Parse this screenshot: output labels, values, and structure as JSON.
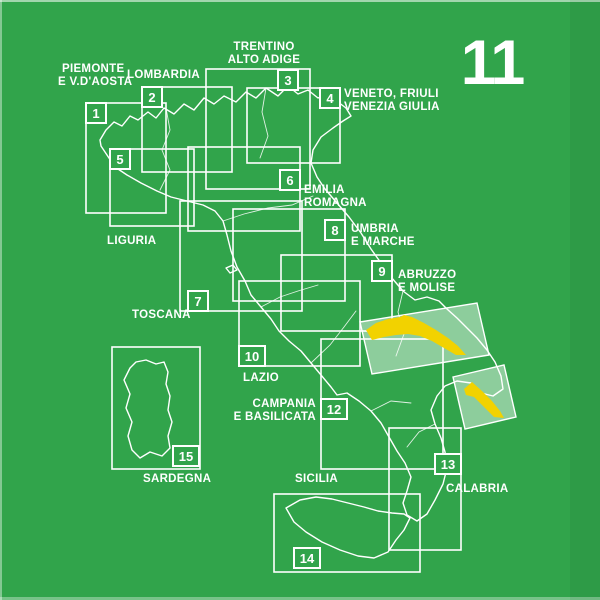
{
  "page": {
    "current_sheet_number": "11"
  },
  "colors": {
    "background_green": "#31a44b",
    "line_white": "#ffffff",
    "highlight_yellow": "#f2d200",
    "highlight_sheet_fill": "rgba(255,255,255,0.45)"
  },
  "sheets": [
    {
      "num": "1",
      "label_lines": [
        "PIEMONTE",
        "E V.D'AOSTA"
      ]
    },
    {
      "num": "2",
      "label_lines": [
        "LOMBARDIA"
      ]
    },
    {
      "num": "3",
      "label_lines": [
        "TRENTINO",
        "ALTO ADIGE"
      ]
    },
    {
      "num": "4",
      "label_lines": [
        "VENETO, FRIULI",
        "VENEZIA GIULIA"
      ]
    },
    {
      "num": "5",
      "label_lines": [
        "LIGURIA"
      ]
    },
    {
      "num": "6",
      "label_lines": [
        "EMILIA",
        "ROMAGNA"
      ]
    },
    {
      "num": "7",
      "label_lines": [
        "TOSCANA"
      ]
    },
    {
      "num": "8",
      "label_lines": [
        "UMBRIA",
        "E MARCHE"
      ]
    },
    {
      "num": "9",
      "label_lines": [
        "ABRUZZO",
        "E MOLISE"
      ]
    },
    {
      "num": "10",
      "label_lines": [
        "LAZIO"
      ]
    },
    {
      "num": "12",
      "label_lines": [
        "CAMPANIA",
        "E BASILICATA"
      ]
    },
    {
      "num": "13",
      "label_lines": [
        "CALABRIA"
      ]
    },
    {
      "num": "14",
      "label_lines": [
        "SICILIA"
      ]
    },
    {
      "num": "15",
      "label_lines": [
        "SARDEGNA"
      ]
    }
  ]
}
